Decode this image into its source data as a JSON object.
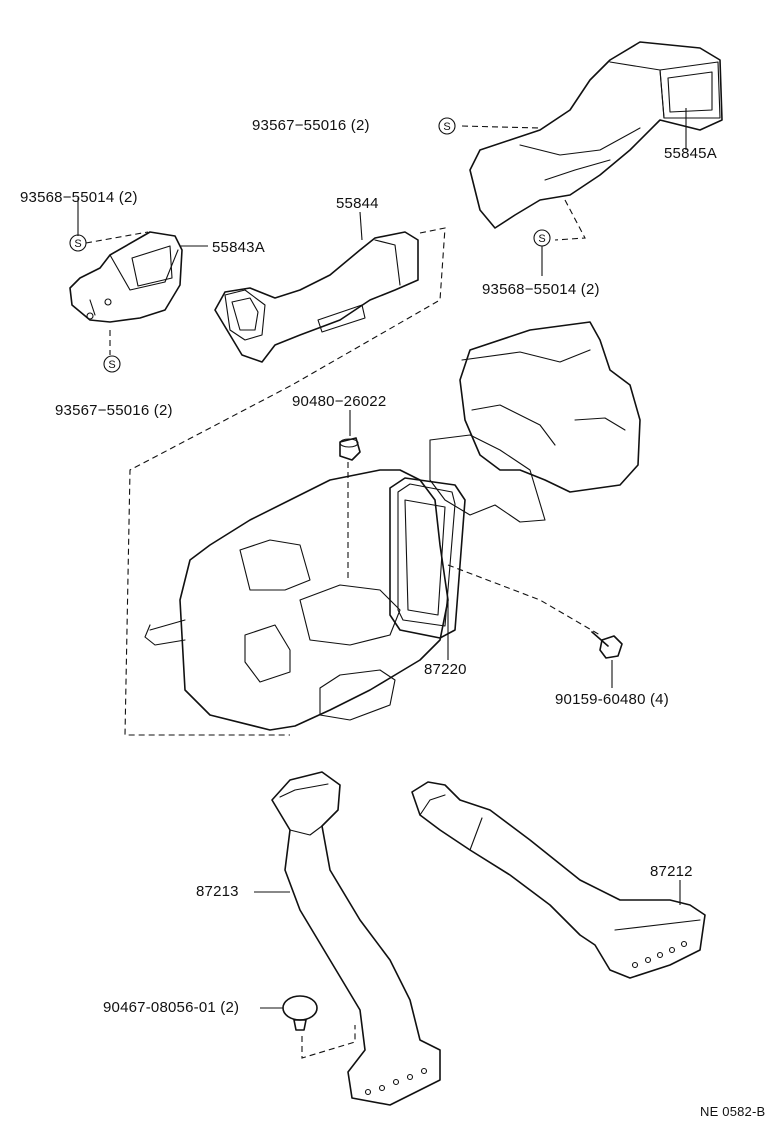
{
  "labels": {
    "p93567_top": "93567−55016 (2)",
    "p55845A": "55845A",
    "p93568_left": "93568−55014 (2)",
    "p55844": "55844",
    "p55843A": "55843A",
    "p93568_right": "93568−55014 (2)",
    "p93567_left": "93567−55016 (2)",
    "p90480": "90480−26022",
    "p87220": "87220",
    "p90159": "90159-60480 (4)",
    "p87212": "87212",
    "p87213": "87213",
    "p90467": "90467-08056-01 (2)",
    "ref": "NE 0582-B"
  },
  "screw_symbol": "S"
}
